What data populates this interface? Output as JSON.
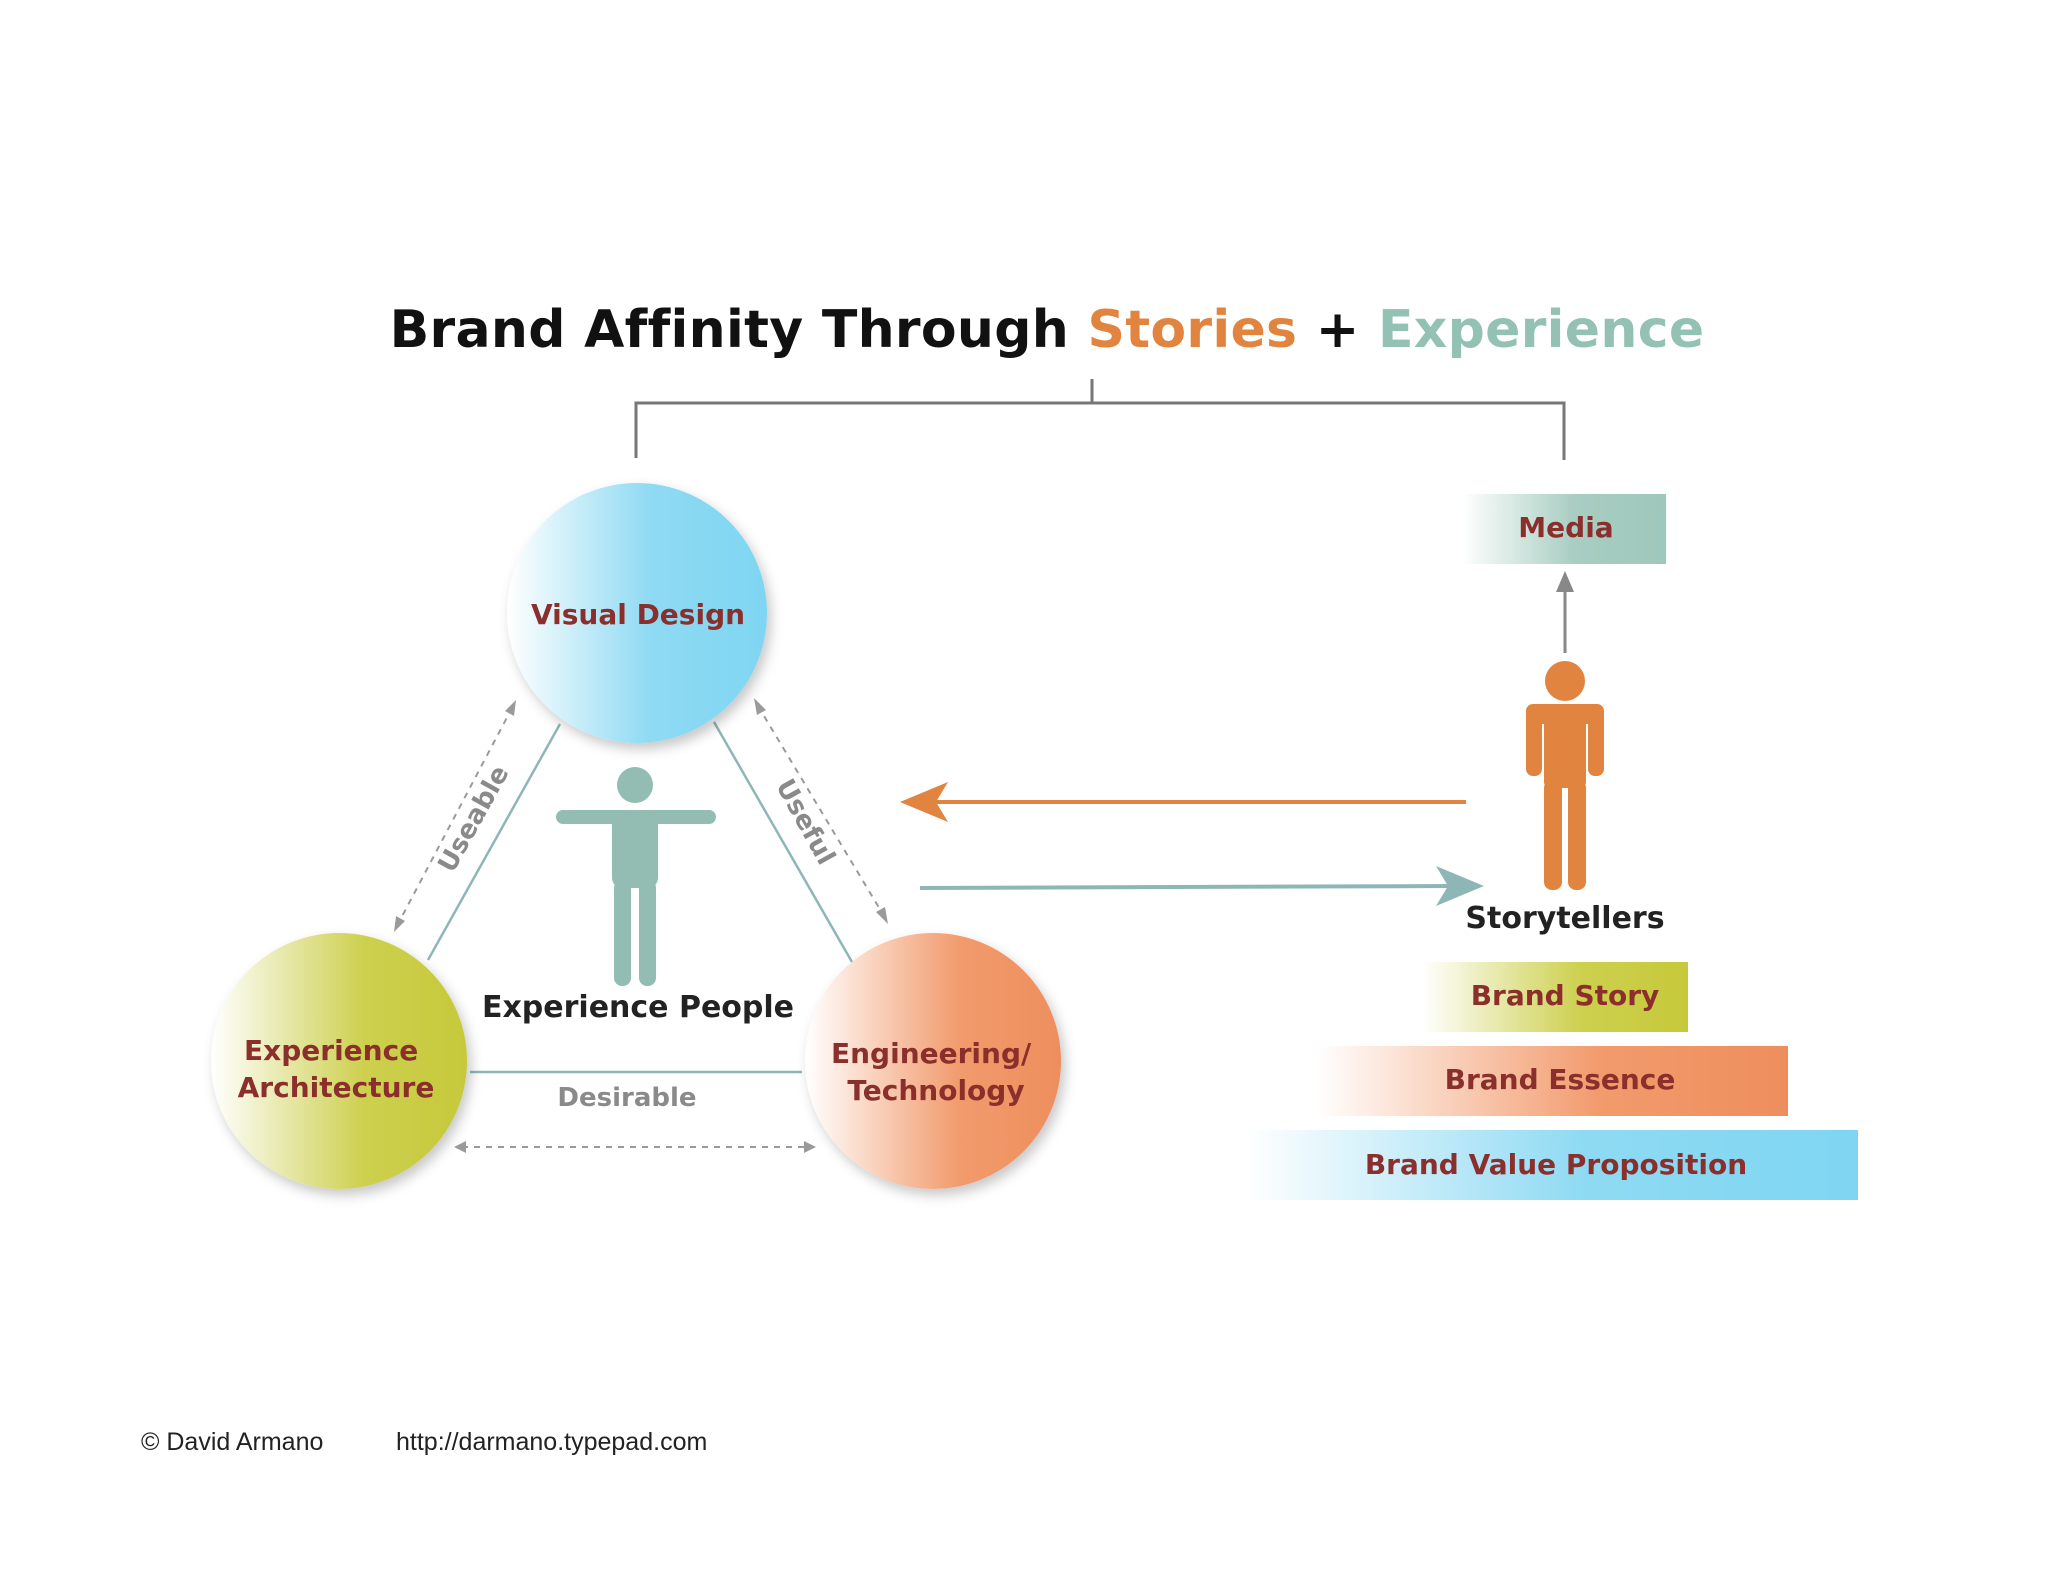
{
  "title": {
    "part1": "Brand Affinity Through ",
    "stories": "Stories",
    "plus": " + ",
    "experience": "Experience"
  },
  "circles": {
    "visual_design": "Visual Design",
    "experience_architecture": [
      "Experience",
      "Architecture"
    ],
    "engineering": [
      "Engineering/",
      "Technology"
    ]
  },
  "edges": {
    "useable": "Useable",
    "useful": "Useful",
    "desirable": "Desirable"
  },
  "people": {
    "experience_people": "Experience People",
    "storytellers": "Storytellers"
  },
  "media": "Media",
  "pyramid": {
    "brand_story": "Brand Story",
    "brand_essence": "Brand Essence",
    "brand_value_proposition": "Brand Value Proposition"
  },
  "footer": {
    "copyright": "© David Armano",
    "url": "http://darmano.typepad.com"
  },
  "colors": {
    "stories": "#e0843f",
    "experience": "#93c1b3",
    "label_text": "#8a2f2b",
    "blue": "#7fd6f2",
    "green": "#c8cb3e",
    "orange": "#ef9262",
    "teal_figure": "#93bdb2",
    "orange_figure": "#e0843f"
  }
}
